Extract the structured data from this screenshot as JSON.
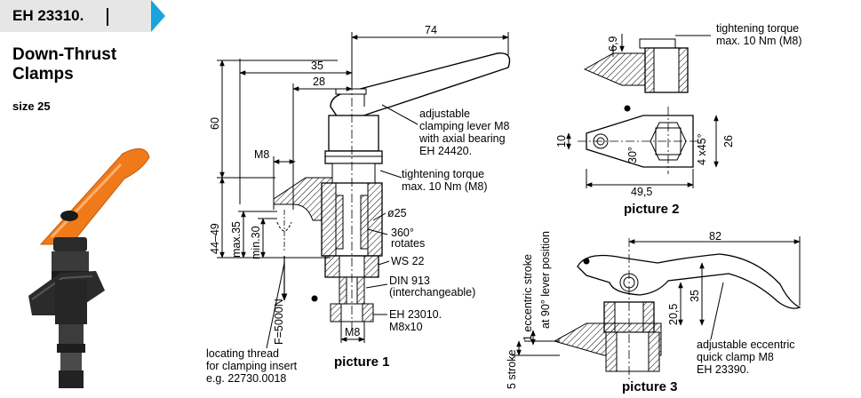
{
  "header": {
    "code": "EH 23310."
  },
  "product": {
    "title_line1": "Down-Thrust",
    "title_line2": "Clamps",
    "size": "size 25"
  },
  "pic1": {
    "dim_74": "74",
    "dim_35": "35",
    "dim_28": "28",
    "dim_60": "60",
    "dim_m8": "M8",
    "dim_44_49": "44–49",
    "dim_max35": "max.35",
    "dim_min30": "min.30",
    "dim_m8_bottom": "M8",
    "lever_note_1": "adjustable",
    "lever_note_2": "clamping lever M8",
    "lever_note_3": "with axial bearing",
    "lever_note_4": "EH 24420.",
    "torque_1": "tightening torque",
    "torque_2": "max. 10 Nm (M8)",
    "dia": "ø25",
    "rotates_1": "360°",
    "rotates_2": "rotates",
    "ws": "WS 22",
    "din_1": "DIN 913",
    "din_2": "(interchangeable)",
    "eh_1": "EH 23010.",
    "eh_2": "M8x10",
    "force": "F=5000N",
    "locating_1": "locating thread",
    "locating_2": "for clamping insert",
    "locating_3": "e.g. 22730.0018",
    "caption": "picture 1"
  },
  "pic2": {
    "torque_1": "tightening torque",
    "torque_2": "max. 10 Nm (M8)",
    "dim_69": "6,9",
    "dim_10": "10",
    "dim_30": "30°",
    "dim_4x45": "4 x45°",
    "dim_26": "26",
    "dim_495": "49,5",
    "caption": "picture 2"
  },
  "pic3": {
    "dim_82": "82",
    "eccentric_1": "1 eccentric stroke",
    "eccentric_2": "at 90° lever position",
    "dim_205": "20,5",
    "dim_35": "35",
    "stroke_5": "5 stroke",
    "quick_1": "adjustable eccentric",
    "quick_2": "quick clamp M8",
    "quick_3": "EH 23390.",
    "caption": "picture 3"
  },
  "colors": {
    "accent": "#1aa3dc",
    "lever": "#f07a1a",
    "header_bg": "#e6e6e6"
  }
}
